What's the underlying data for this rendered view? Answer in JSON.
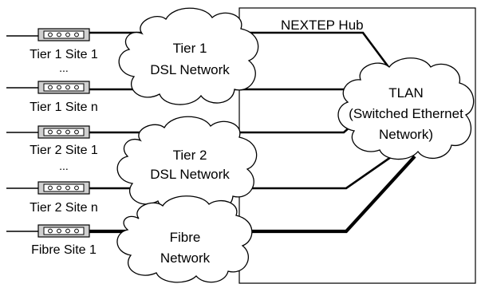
{
  "hub_label": "NEXTEP Hub",
  "sites": [
    {
      "label": "Tier 1 Site 1"
    },
    {
      "label": "Tier 1 Site n"
    },
    {
      "label": "Tier 2 Site 1"
    },
    {
      "label": "Tier 2 Site n"
    },
    {
      "label": "Fibre Site 1"
    }
  ],
  "ellipsis_1": "...",
  "ellipsis_2": "...",
  "clouds": {
    "tier1": {
      "line1": "Tier 1",
      "line2": "DSL Network"
    },
    "tier2": {
      "line1": "Tier 2",
      "line2": "DSL Network"
    },
    "fibre": {
      "line1": "Fibre",
      "line2": "Network"
    },
    "tlan": {
      "line1": "TLAN",
      "line2": "(Switched Ethernet",
      "line3": "Network)"
    }
  }
}
